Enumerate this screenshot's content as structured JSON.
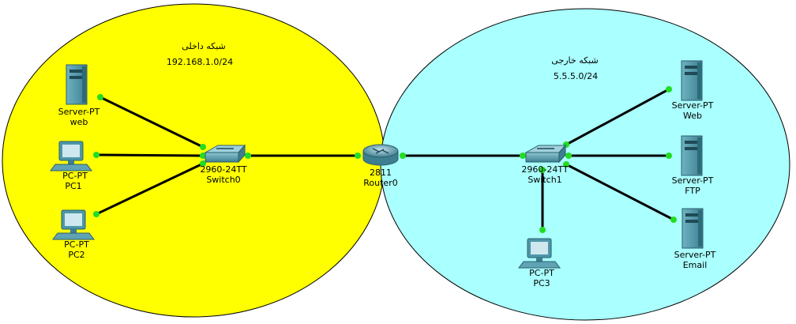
{
  "colors": {
    "internal_net": "#ffff00",
    "external_net": "#aaffff",
    "link": "#000000",
    "port": "#22dd22",
    "device": "#4d97a8"
  },
  "networks": {
    "internal": {
      "title": "شبکه داخلی",
      "subnet": "192.168.1.0/24"
    },
    "external": {
      "title": "شبکه خارجی",
      "subnet": "5.5.5.0/24"
    }
  },
  "devices": {
    "server_web_in": {
      "type": "Server-PT",
      "name": "web"
    },
    "pc1": {
      "type": "PC-PT",
      "name": "PC1"
    },
    "pc2": {
      "type": "PC-PT",
      "name": "PC2"
    },
    "switch0": {
      "type": "2960-24TT",
      "name": "Switch0"
    },
    "router0": {
      "type": "2811",
      "name": "Router0"
    },
    "switch1": {
      "type": "2960-24TT",
      "name": "Switch1"
    },
    "server_web_out": {
      "type": "Server-PT",
      "name": "Web"
    },
    "server_ftp": {
      "type": "Server-PT",
      "name": "FTP"
    },
    "server_email": {
      "type": "Server-PT",
      "name": "Email"
    },
    "pc3": {
      "type": "PC-PT",
      "name": "PC3"
    }
  }
}
